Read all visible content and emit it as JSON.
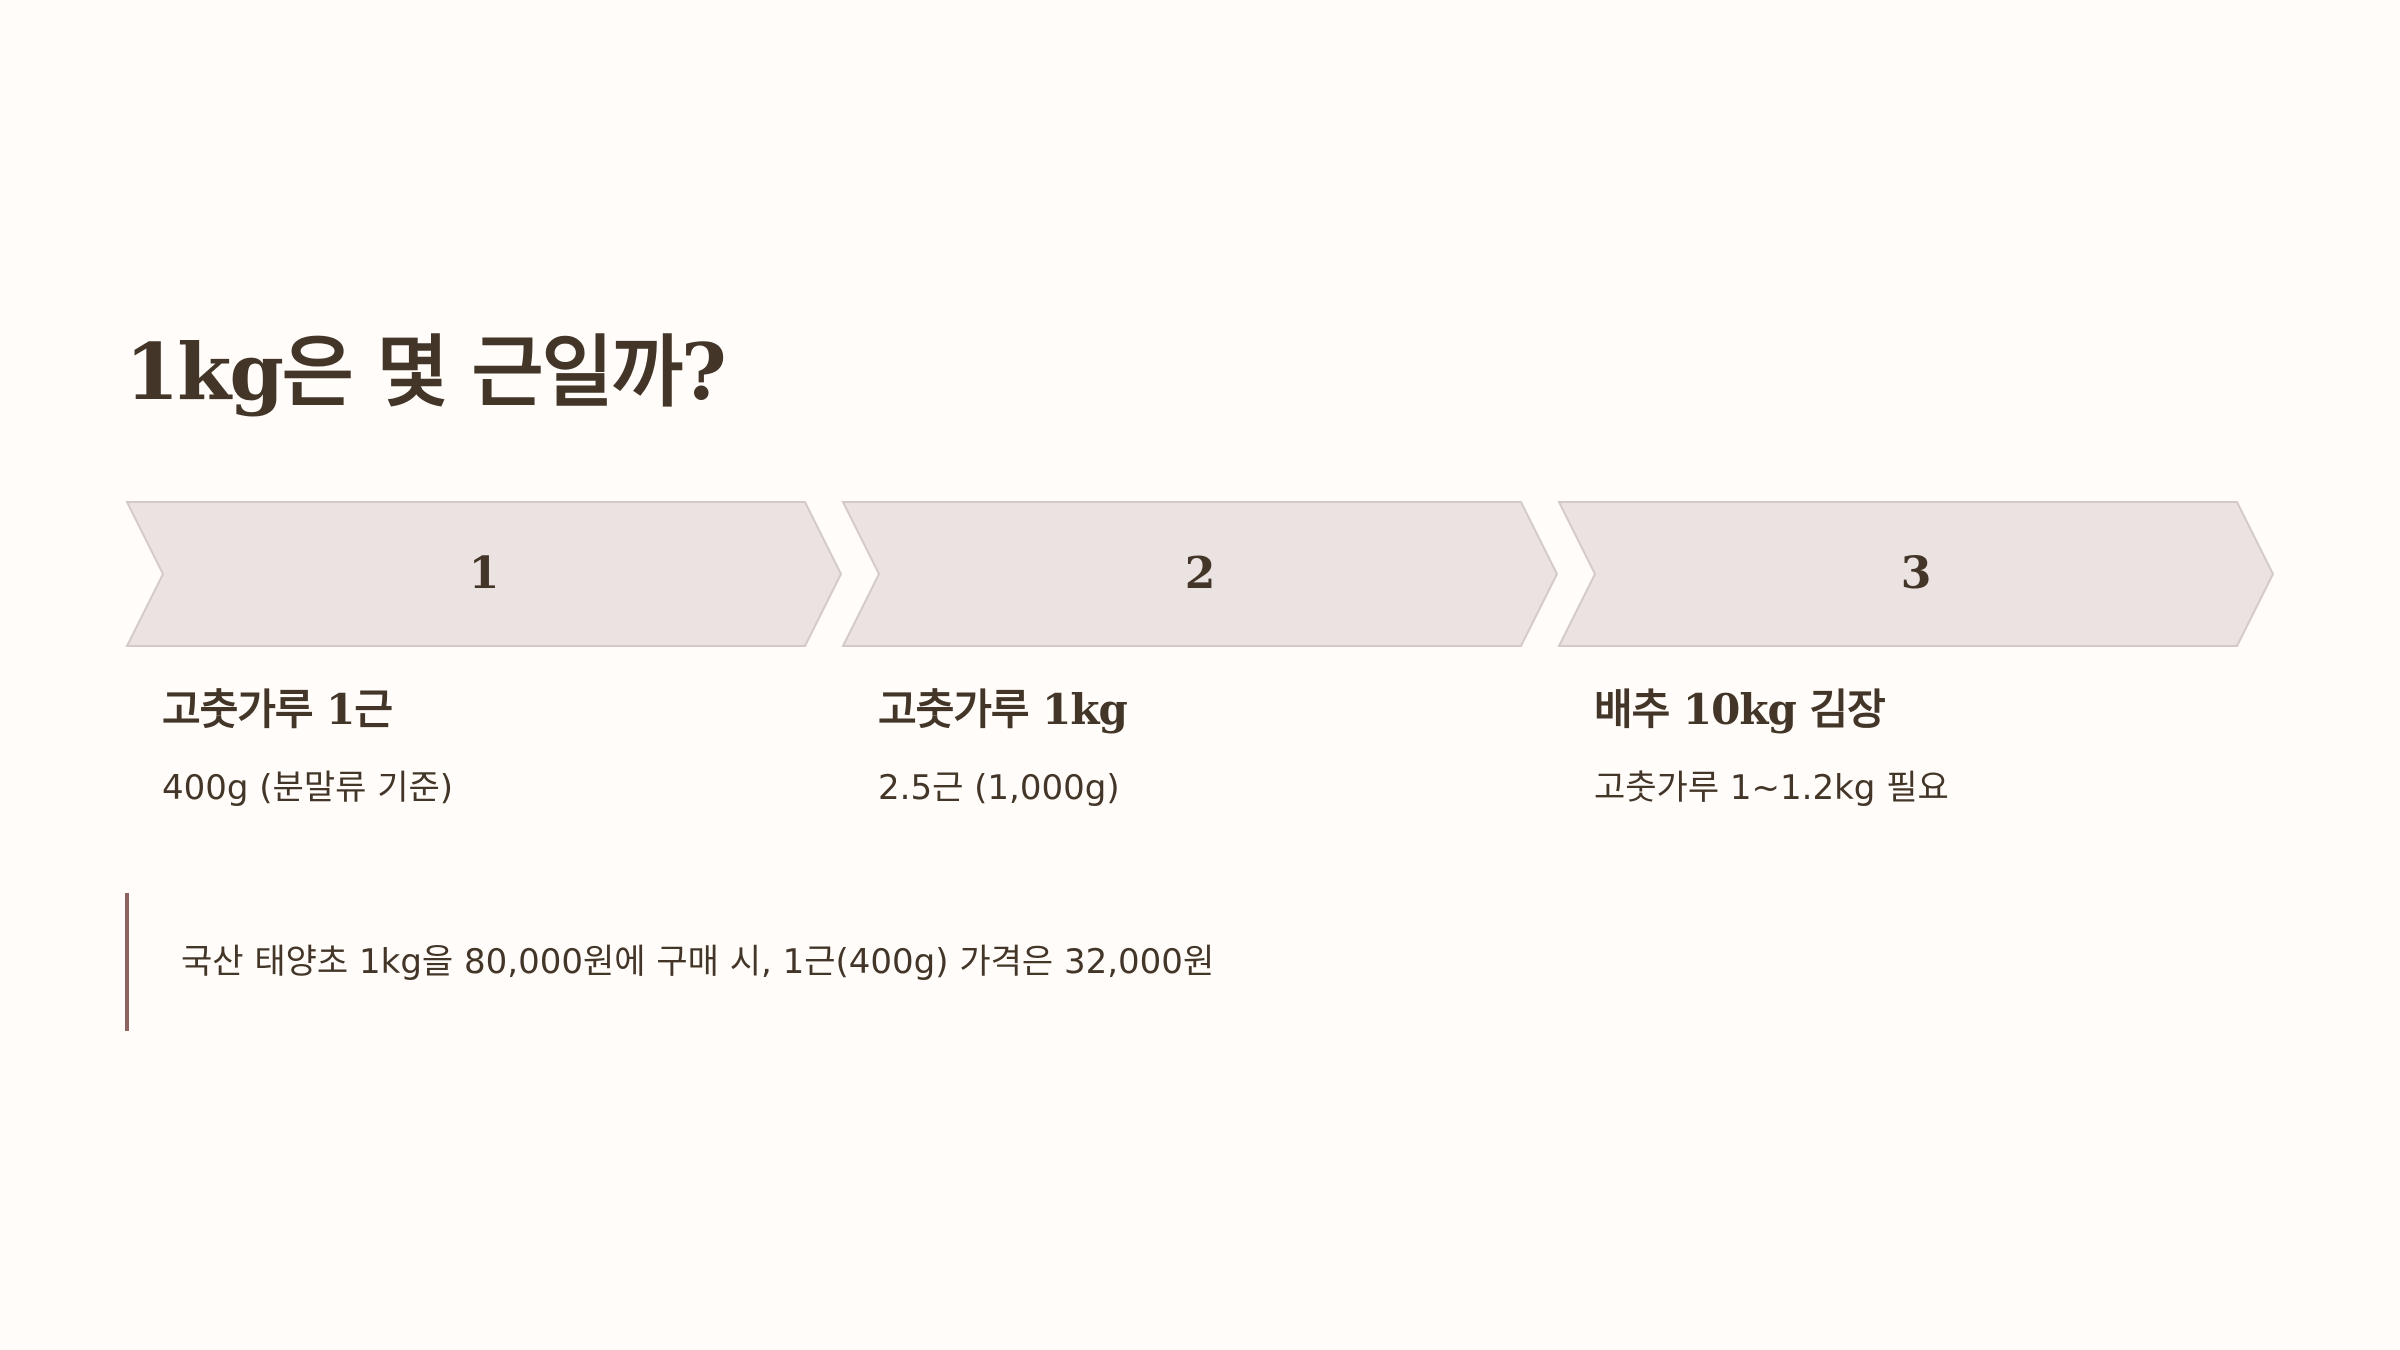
{
  "title": "1kg은 몇 근일까?",
  "colors": {
    "background": "#fffcf9",
    "chevron_fill": "#ebe3e1",
    "chevron_stroke": "#d4c9c7",
    "text": "#433628",
    "accent_bar": "#8d6460"
  },
  "steps": [
    {
      "number": "1",
      "title": "고춧가루 1근",
      "description": "400g (분말류 기준)"
    },
    {
      "number": "2",
      "title": "고춧가루 1kg",
      "description": "2.5근 (1,000g)"
    },
    {
      "number": "3",
      "title": "배추 10kg 김장",
      "description": "고춧가루 1~1.2kg 필요"
    }
  ],
  "note": "국산 태양초 1kg을 80,000원에 구매 시, 1근(400g) 가격은 32,000원"
}
